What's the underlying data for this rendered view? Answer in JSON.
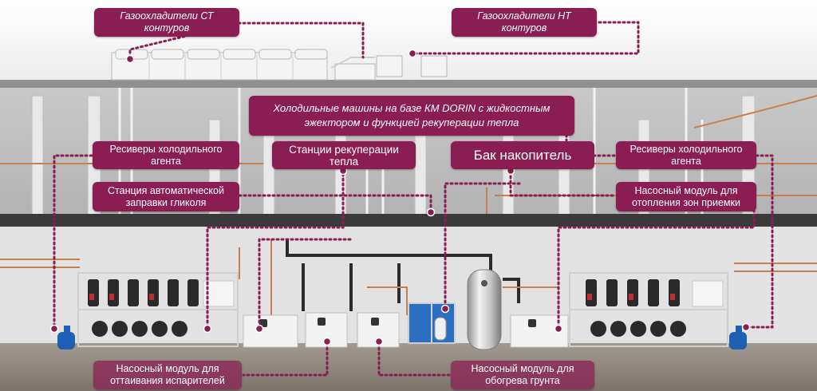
{
  "colors": {
    "callout": "#8a1d52",
    "callout_light": "#a8557c",
    "dots": "#8a1d52",
    "pipe_copper": "#c87f4e",
    "pipe_black": "#2b2b2b",
    "pipe_grey": "#bcbcbc",
    "slab": "#3a3a3a",
    "floor": "#8c8379",
    "wall": "#e3e2e2"
  },
  "labels": {
    "gas_coolers_st": "Газоохладители СТ\nконтуров",
    "gas_coolers_nt": "Газоохладители НТ\nконтуров",
    "refrigeration_machines": "Холодильные машины на базе КМ DORIN с жидкостным\nэжектором и функцией рекуперации тепла",
    "receivers_left": "Ресиверы холодильного\nагента",
    "heat_recovery_stations": "Станции рекуперации\nтепла",
    "storage_tank": "Бак накопитель",
    "receivers_right": "Ресиверы холодильного\nагента",
    "glycol_station": "Станция автоматической\nзаправки гликоля",
    "pump_module_heating": "Насосный модуль для\nотопления зон приемки",
    "pump_module_defrost": "Насосный модуль для\nоттаивания испарителей",
    "pump_module_ground": "Насосный модуль для\nобогрева грунта"
  },
  "icons": [
    "pump-icon",
    "compressor-icon",
    "tank-icon",
    "gas-cooler-fan-icon"
  ]
}
